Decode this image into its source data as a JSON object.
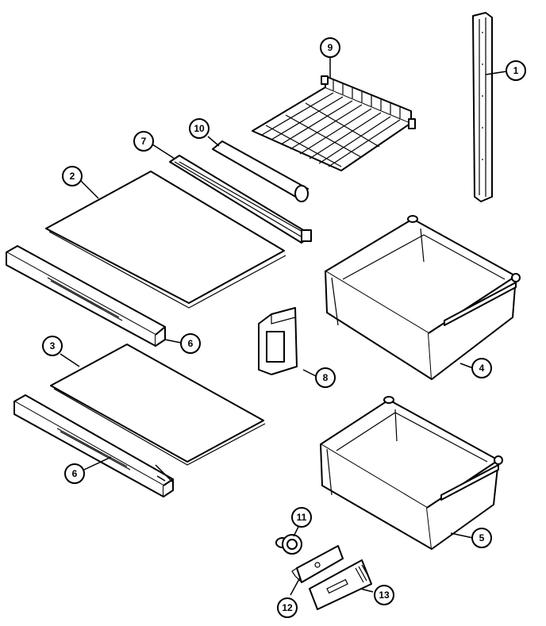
{
  "callouts": {
    "c1": "1",
    "c2": "2",
    "c3": "3",
    "c4": "4",
    "c5": "5",
    "c6a": "6",
    "c6b": "6",
    "c7": "7",
    "c8": "8",
    "c9": "9",
    "c10": "10",
    "c11": "11",
    "c12": "12",
    "c13": "13"
  }
}
